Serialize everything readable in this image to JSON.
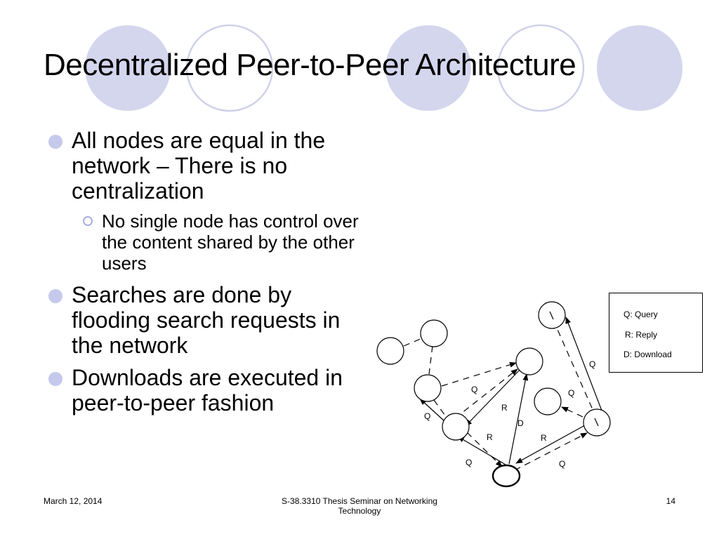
{
  "slide": {
    "title": "Decentralized Peer-to-Peer Architecture",
    "accent_color": "#d4d6ee",
    "ring_color": "#cfd1ea",
    "bullet_color": "#c5c9ec"
  },
  "bullets": [
    {
      "text": "All nodes are equal in the network – There is no centralization",
      "sub": [
        "No single node has control over the content shared by the other users"
      ]
    },
    {
      "text": "Searches are done by flooding search requests in the network",
      "sub": []
    },
    {
      "text": "Downloads are executed in peer-to-peer fashion",
      "sub": []
    }
  ],
  "diagram": {
    "legend": {
      "query": "Q: Query",
      "reply": "R: Reply",
      "download": "D: Download"
    },
    "edge_labels": [
      "Q",
      "Q",
      "Q",
      "Q",
      "Q",
      "R",
      "R",
      "R",
      "D",
      "Q"
    ]
  },
  "footer": {
    "date": "March 12, 2014",
    "course_line1": "S-38.3310 Thesis Seminar on Networking",
    "course_line2": "Technology",
    "page_number": "14"
  }
}
